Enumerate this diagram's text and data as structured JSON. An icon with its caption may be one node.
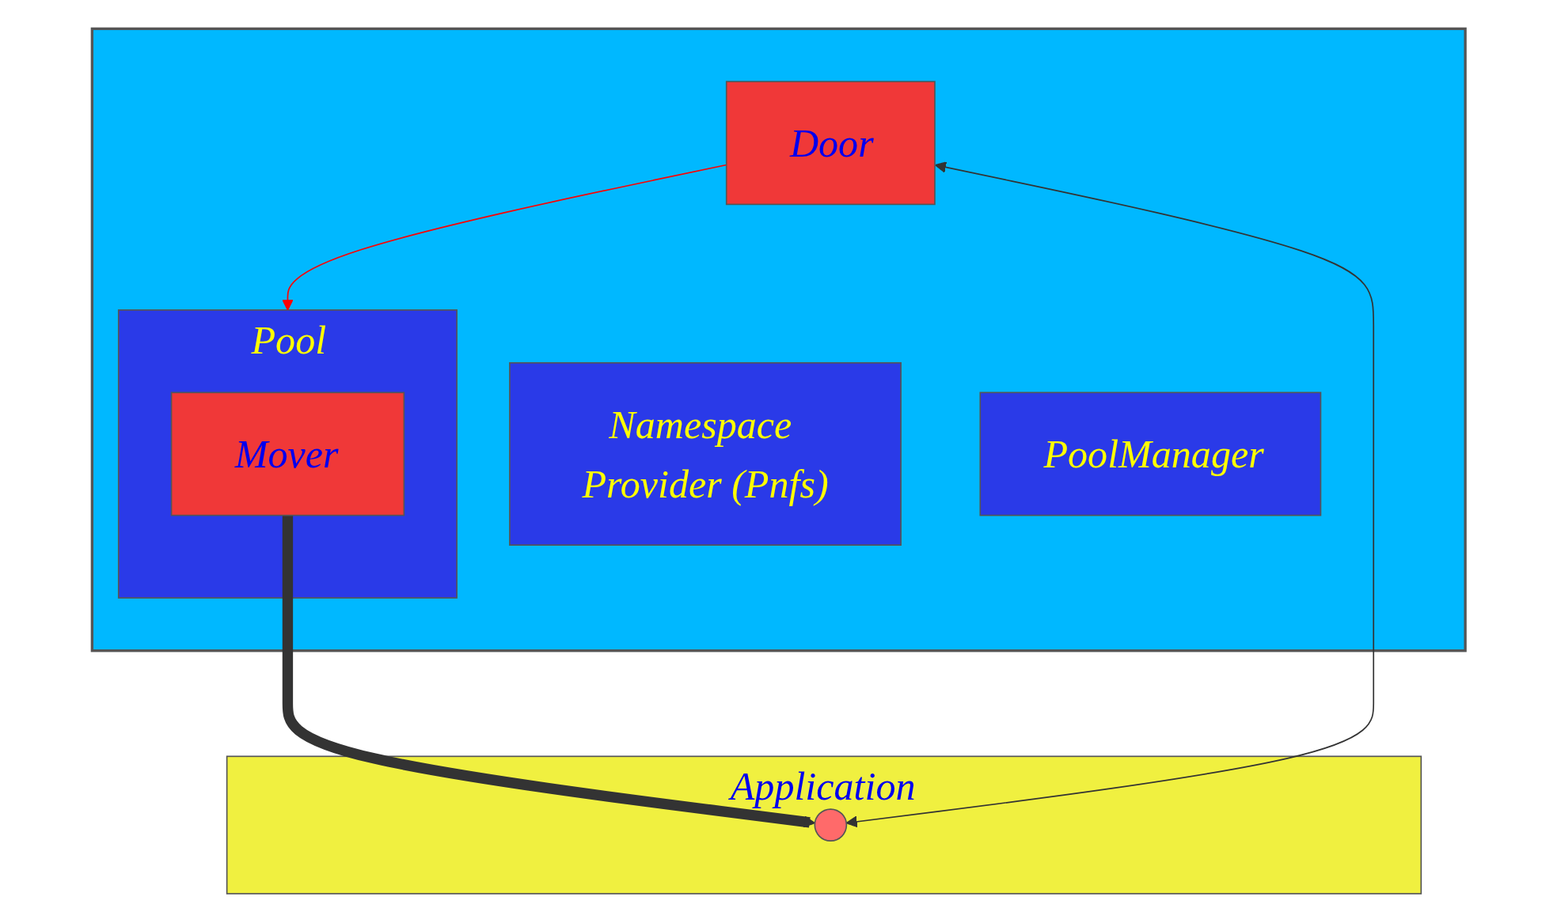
{
  "diagram": {
    "nodes": [
      {
        "text": [],
        "shape": "box"
      },
      {
        "text": [
          "Namespace Provider (Pnfs)"
        ],
        "in": 0
      },
      {
        "text": [
          "PoolManager"
        ],
        "in": 0
      },
      {
        "text": [
          "Pool"
        ],
        "in": 0
      },
      {
        "text": [
          "Mover"
        ],
        "in": 3
      },
      {
        "text": [
          "Door"
        ],
        "in": 0
      },
      {
        "text": [
          "Application"
        ]
      },
      {
        "text": [],
        "shape": "circle",
        "in": 6
      }
    ],
    "edges": [
      {
        "from": 5,
        "to": 3,
        "arrow": "to",
        "color": "#ff0000"
      },
      {
        "from": 4,
        "to": 7,
        "arrow": "to",
        "style": "thick"
      },
      {
        "from": 5,
        "to": 7,
        "arrow": "both"
      }
    ]
  }
}
